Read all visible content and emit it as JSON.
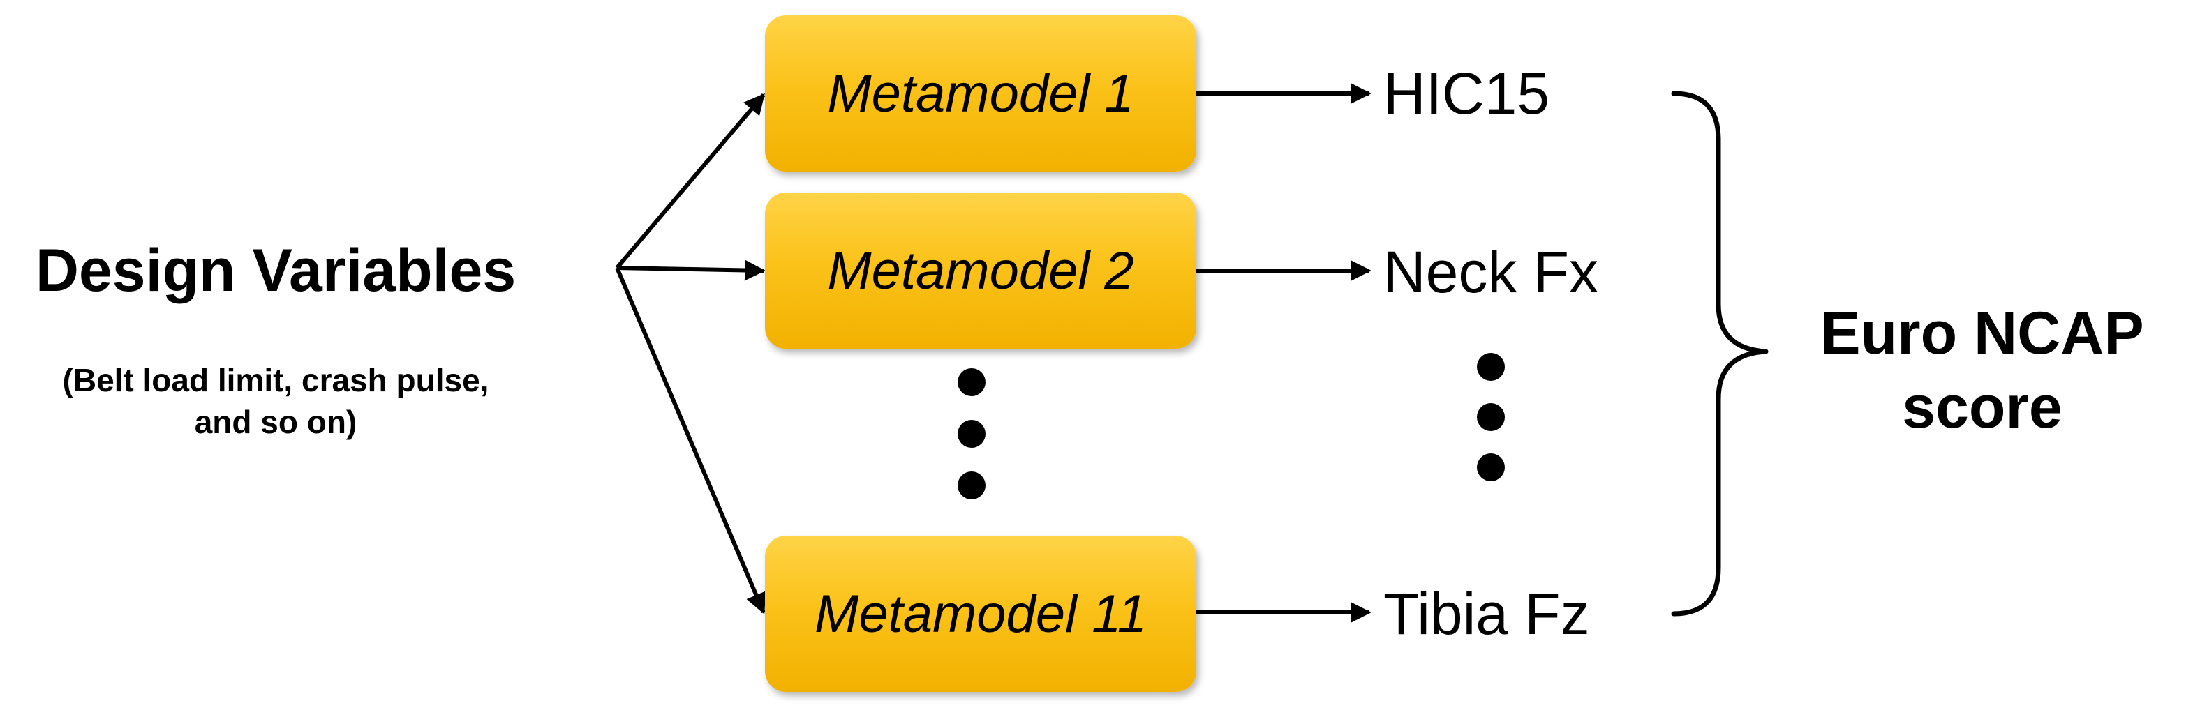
{
  "input": {
    "title": "Design Variables",
    "subtitle_line1": "(Belt load limit, crash pulse,",
    "subtitle_line2": "and so on)"
  },
  "metamodels": [
    {
      "label": "Metamodel 1"
    },
    {
      "label": "Metamodel 2"
    },
    {
      "label": "Metamodel 11"
    }
  ],
  "outputs": [
    {
      "label": "HIC15"
    },
    {
      "label": "Neck Fx"
    },
    {
      "label": "Tibia Fz"
    }
  ],
  "result": {
    "line1": "Euro NCAP",
    "line2": "score"
  },
  "colors": {
    "box_fill": "#fbc21a",
    "ink": "#000000"
  }
}
